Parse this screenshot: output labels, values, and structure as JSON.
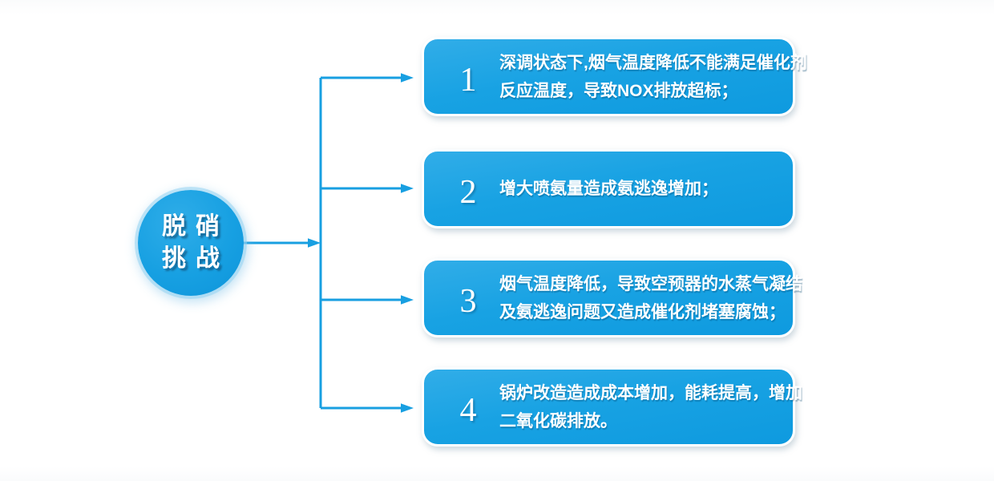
{
  "diagram_title": "脱硝挑战",
  "colors": {
    "accent_blue": "#189fe1",
    "box_gradient_top": "#31ade8",
    "box_gradient_bottom": "#0e9adf",
    "text_color": "#ffffff"
  },
  "circle": {
    "label_lines": [
      "脱硝",
      "挑战"
    ]
  },
  "items": [
    {
      "number": "1",
      "lines": [
        "深调状态下,烟气温度降低不能满足催化剂",
        "反应温度，导致NOX排放超标；"
      ]
    },
    {
      "number": "2",
      "lines": [
        "增大喷氨量造成氨逃逸增加；"
      ]
    },
    {
      "number": "3",
      "lines": [
        "烟气温度降低，导致空预器的水蒸气凝结",
        "及氨逃逸问题又造成催化剂堵塞腐蚀；"
      ]
    },
    {
      "number": "4",
      "lines": [
        "锅炉改造造成成本增加，能耗提高，增加",
        "二氧化碳排放。"
      ]
    }
  ]
}
